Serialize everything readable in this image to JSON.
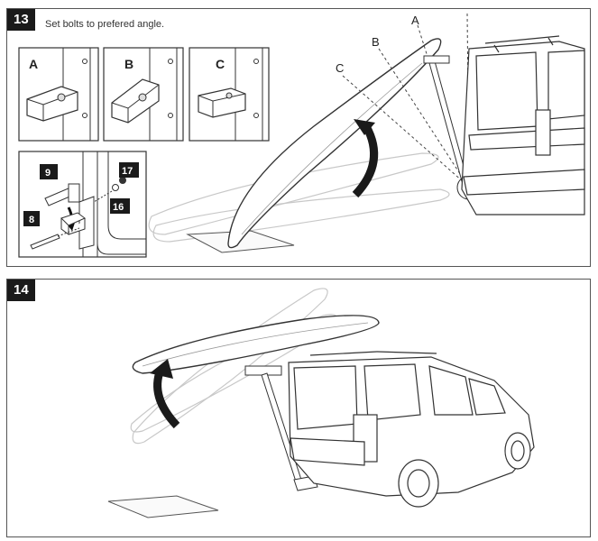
{
  "step13": {
    "number": "13",
    "instruction": "Set bolts to prefered angle.",
    "options": [
      "A",
      "B",
      "C"
    ],
    "angle_labels": [
      "A",
      "B",
      "C"
    ],
    "parts": [
      {
        "id": "9"
      },
      {
        "id": "8"
      },
      {
        "id": "17"
      },
      {
        "id": "16"
      }
    ]
  },
  "step14": {
    "number": "14"
  },
  "colors": {
    "badge": "#1a1a1a",
    "line": "#333333",
    "ghost": "#c8c8c8",
    "arrow": "#1a1a1a"
  }
}
